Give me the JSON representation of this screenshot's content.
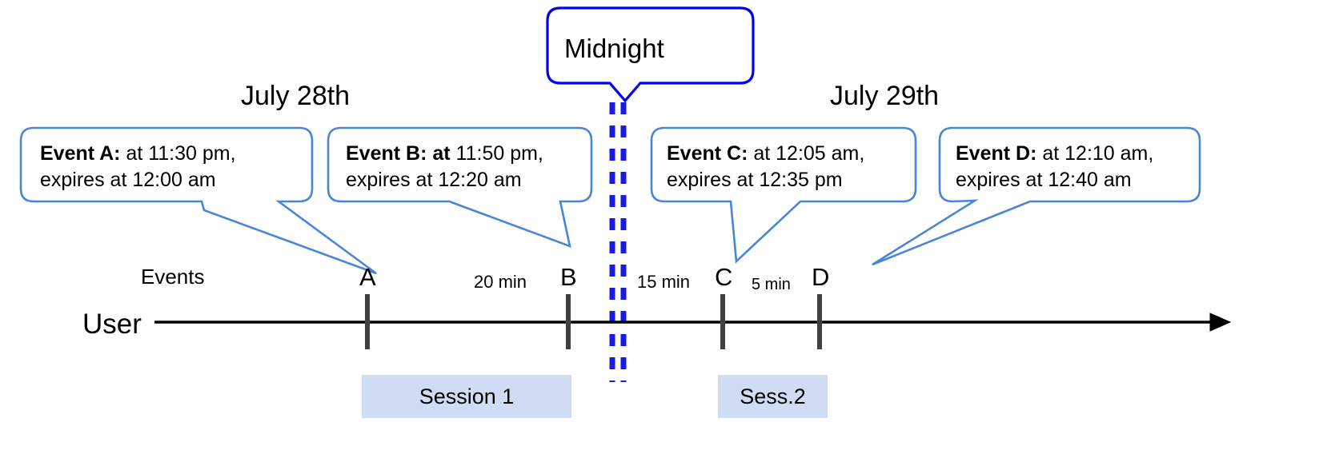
{
  "diagram": {
    "title": "Event expiry across midnight timeline",
    "colors": {
      "callout_border": "#4a86d8",
      "midnight_border": "#0000ee",
      "midnight_dash": "#1a1ae6",
      "session_fill": "#cfdcf4",
      "tick": "#404040",
      "axis": "#000000",
      "text": "#000000"
    }
  },
  "midnight": {
    "label": "Midnight"
  },
  "dates": {
    "left": "July 28th",
    "right": "July 29th"
  },
  "callouts": [
    {
      "id": "event-a",
      "bold_part": "Event A:",
      "line1_rest": " at 11:30 pm,",
      "line2": "expires at 12:00 am"
    },
    {
      "id": "event-b",
      "bold_part": "Event B: at",
      "line1_rest": " 11:50 pm,",
      "line2": "expires at 12:20 am"
    },
    {
      "id": "event-c",
      "bold_part": "Event C:",
      "line1_rest": " at 12:05 am,",
      "line2": "expires at 12:35 pm"
    },
    {
      "id": "event-d",
      "bold_part": "Event D:",
      "line1_rest": "  at 12:10 am,",
      "line2": "expires at 12:40 am"
    }
  ],
  "axis": {
    "row_label": "User",
    "events_label": "Events"
  },
  "ticks": [
    {
      "letter": "A"
    },
    {
      "letter": "B"
    },
    {
      "letter": "C"
    },
    {
      "letter": "D"
    }
  ],
  "gaps": [
    {
      "label": "20 min"
    },
    {
      "label": "15 min"
    },
    {
      "label": "5 min"
    }
  ],
  "sessions": [
    {
      "label": "Session 1"
    },
    {
      "label": "Sess.2"
    }
  ]
}
